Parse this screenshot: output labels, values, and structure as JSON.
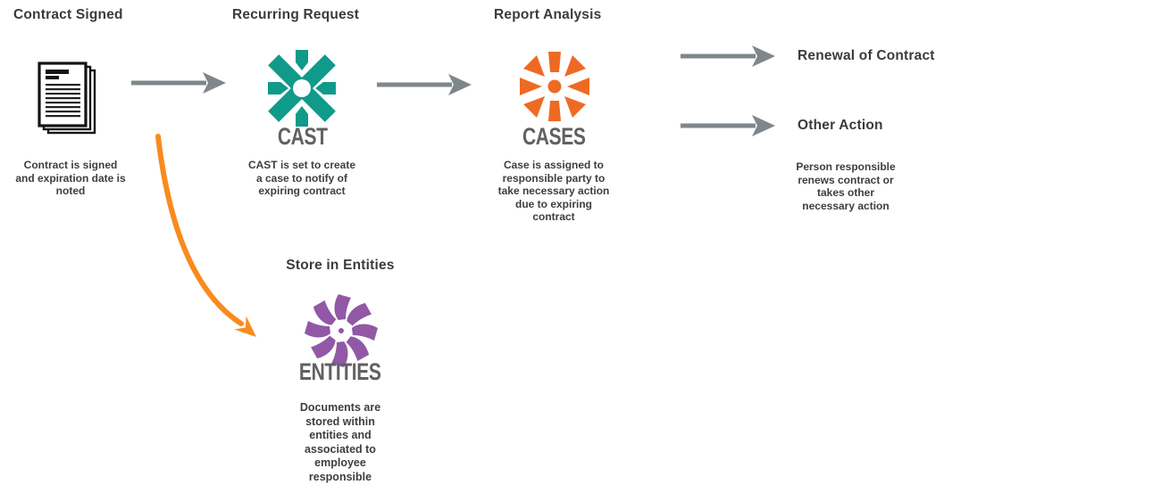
{
  "colors": {
    "teal": "#0f9a89",
    "cases_orange": "#ee6a24",
    "purple": "#9158a6",
    "arrow_gray": "#7f878b",
    "connector_orange": "#f98b1e",
    "label_gray": "#5f6163",
    "heading": "#3b3b3b",
    "caption": "#3e3e3e",
    "document_ink": "#141414"
  },
  "icons": {
    "contract": "document-stack-icon",
    "recurring": "cast-burst-icon",
    "report": "cases-burst-icon",
    "store": "entities-pinwheel-icon",
    "connectors": "arrow-icons"
  },
  "steps": {
    "contract": {
      "title": "Contract Signed",
      "caption": "Contract is signed\nand expiration date is\nnoted"
    },
    "recurring": {
      "title": "Recurring Request",
      "product": "CAST",
      "caption": "CAST is set to create\na case to notify of\nexpiring contract"
    },
    "report": {
      "title": "Report Analysis",
      "product": "CASES",
      "caption": "Case is assigned to\nresponsible party to\ntake necessary action\ndue to expiring\ncontract"
    },
    "store": {
      "title": "Store in Entities",
      "product": "ENTITIES",
      "caption": "Documents are\nstored within\nentities and\nassociated to\nemployee\nresponsible"
    },
    "outcomes": {
      "renewal": "Renewal of Contract",
      "other": "Other Action",
      "caption": "Person responsible\nrenews contract or\ntakes other\nnecessary action"
    }
  }
}
